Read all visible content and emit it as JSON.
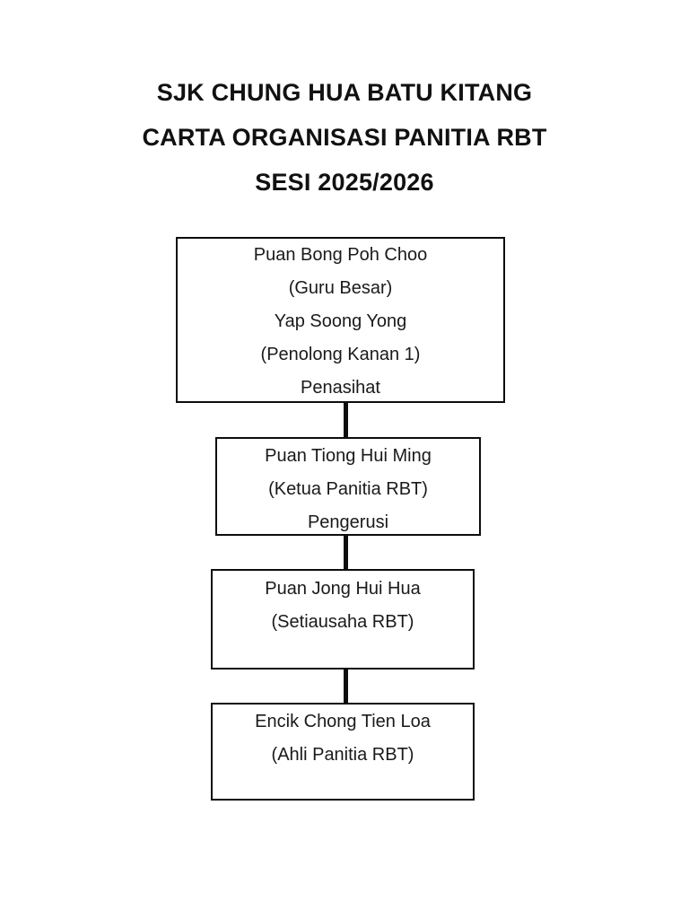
{
  "page": {
    "background": "#ffffff",
    "title_lines": [
      "SJK CHUNG HUA BATU KITANG",
      "CARTA ORGANISASI PANITIA RBT",
      "SESI 2025/2026"
    ]
  },
  "org_chart": {
    "type": "vertical-hierarchy",
    "colors": {
      "box_border": "#0d0d0d",
      "box_fill": "#ffffff",
      "text": "#1a1a1a",
      "connector": "#0d0d0d"
    },
    "nodes": [
      {
        "role": "Penasihat",
        "lines": [
          "Puan Bong Poh Choo",
          "(Guru Besar)",
          "Yap Soong Yong",
          "(Penolong Kanan 1)",
          "Penasihat"
        ]
      },
      {
        "role": "Pengerusi",
        "lines": [
          "Puan Tiong Hui Ming",
          "(Ketua Panitia RBT)",
          "Pengerusi"
        ]
      },
      {
        "role": "Setiausaha RBT",
        "lines": [
          "Puan Jong Hui Hua",
          "(Setiausaha RBT)"
        ]
      },
      {
        "role": "Ahli Panitia RBT",
        "lines": [
          "Encik Chong Tien Loa",
          "(Ahli Panitia RBT)"
        ]
      }
    ]
  }
}
